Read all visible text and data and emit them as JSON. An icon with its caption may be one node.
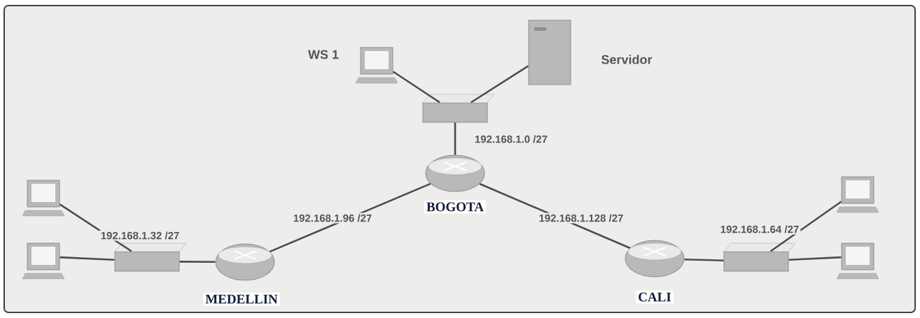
{
  "diagram": {
    "nodes": [
      {
        "text": [
          "WS 1"
        ]
      },
      {
        "text": [
          "Servidor"
        ]
      },
      {
        "text": [],
        "shape": "box"
      },
      {
        "text": [
          "BOGOTA"
        ]
      },
      {
        "text": [],
        "shape": "computer"
      },
      {
        "text": [],
        "shape": "computer"
      },
      {
        "text": [],
        "shape": "box"
      },
      {
        "text": [
          "MEDELLIN"
        ]
      },
      {
        "text": [
          "CALI"
        ]
      },
      {
        "text": [],
        "shape": "box"
      },
      {
        "text": [],
        "shape": "computer"
      },
      {
        "text": [],
        "shape": "computer"
      }
    ],
    "edges": [
      {
        "from": 0,
        "to": 2,
        "arrow": "none"
      },
      {
        "from": 1,
        "to": 2,
        "arrow": "none"
      },
      {
        "from": 2,
        "to": 3,
        "arrow": "none",
        "label": "192.168.1.0 /27"
      },
      {
        "from": 3,
        "to": 7,
        "arrow": "none",
        "label": "192.168.1.96 /27"
      },
      {
        "from": 3,
        "to": 8,
        "arrow": "none",
        "label": "192.168.1.128 /27"
      },
      {
        "from": 4,
        "to": 6,
        "arrow": "none",
        "label": "192.168.1.32 /27"
      },
      {
        "from": 5,
        "to": 6,
        "arrow": "none"
      },
      {
        "from": 6,
        "to": 7,
        "arrow": "none"
      },
      {
        "from": 8,
        "to": 9,
        "arrow": "none"
      },
      {
        "from": 9,
        "to": 10,
        "arrow": "none",
        "label": "192.168.1.64 /27"
      },
      {
        "from": 9,
        "to": 11,
        "arrow": "none"
      }
    ]
  }
}
